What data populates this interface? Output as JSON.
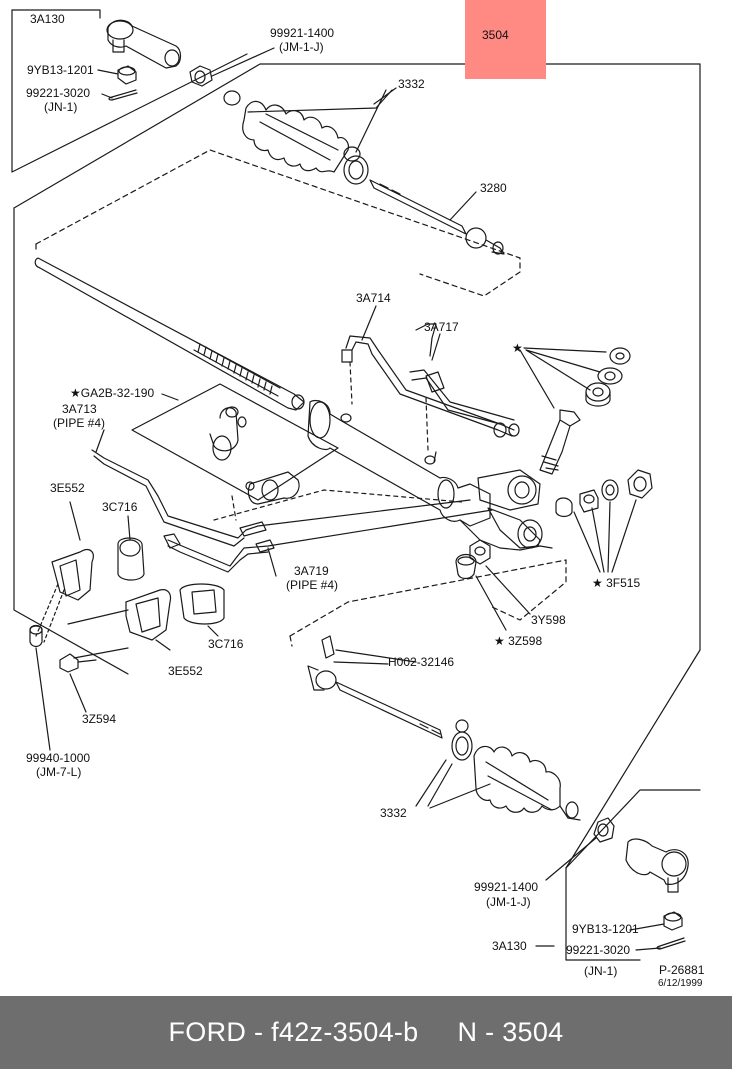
{
  "diagram": {
    "callouts": {
      "c_3a130_top": "3A130",
      "c_9yb13_top": "9YB13-1201",
      "c_99221_top": "99221-3020",
      "c_jn1_top": "(JN-1)",
      "c_99921_top": "99921-1400",
      "c_jm1j_top": "(JM-1-J)",
      "c_3504": "3504",
      "c_3332_top": "3332",
      "c_3280": "3280",
      "c_3a714": "3A714",
      "c_3a717": "3A717",
      "c_star_top": "★",
      "c_ga2b": "★GA2B-32-190",
      "c_3a713": "3A713",
      "c_pipe4_a": "(PIPE #4)",
      "c_3e552_top": "3E552",
      "c_3c716_top": "3C716",
      "c_3a719": "3A719",
      "c_pipe4_b": "(PIPE #4)",
      "c_3f515": "★ 3F515",
      "c_3c716_bottom": "3C716",
      "c_3y598": "3Y598",
      "c_3z598": "★ 3Z598",
      "c_3e552_bottom": "3E552",
      "c_h002": "H002-32146",
      "c_3z594": "3Z594",
      "c_99940": "99940-1000",
      "c_jm7l": "(JM-7-L)",
      "c_3332_bottom": "3332",
      "c_99921_bottom": "99921-1400",
      "c_jm1j_bottom": "(JM-1-J)",
      "c_9yb13_bottom": "9YB13-1201",
      "c_3a130_bottom": "3A130",
      "c_99221_bottom": "99221-3020",
      "c_jn1_bottom": "(JN-1)",
      "c_p26881": "P-26881",
      "c_date": "6/12/1999"
    },
    "highlight_color": "#ff8a84",
    "line_color": "#1a1a1a"
  },
  "footer": {
    "text": "FORD - f42z-3504-b     N - 3504",
    "background": "#6e6e6e",
    "text_color": "#ffffff"
  }
}
